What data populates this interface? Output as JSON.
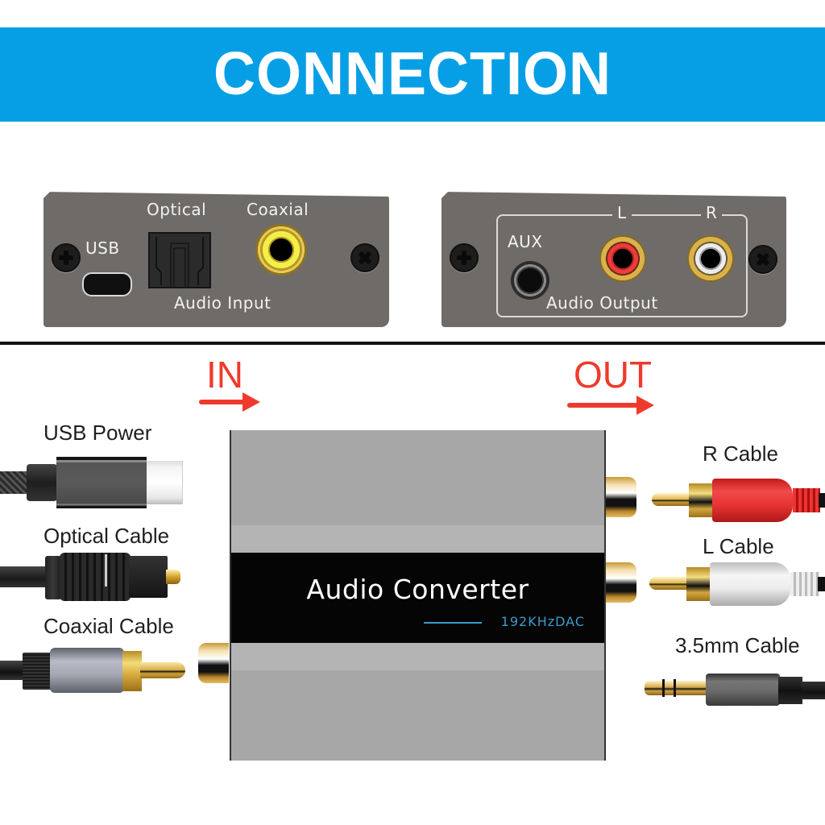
{
  "banner": {
    "title": "CONNECTION",
    "color": "#069fe6"
  },
  "input_panel": {
    "labels": {
      "usb": "USB",
      "optical": "Optical",
      "coaxial": "Coaxial",
      "caption": "Audio Input"
    },
    "ports": [
      "micro-usb",
      "optical-toslink",
      "coaxial-rca"
    ]
  },
  "output_panel": {
    "labels": {
      "aux": "AUX",
      "left": "L",
      "right": "R",
      "caption": "Audio Output"
    },
    "ports": [
      "aux-3.5mm",
      "rca-left-red",
      "rca-right-white"
    ]
  },
  "flow": {
    "in_label": "IN",
    "out_label": "OUT",
    "accent": "#ee3a2c"
  },
  "device": {
    "title": "Audio Converter",
    "subtitle": "192KHzDAC"
  },
  "input_cables": [
    {
      "label": "USB Power",
      "type": "usb-c"
    },
    {
      "label": "Optical Cable",
      "type": "toslink"
    },
    {
      "label": "Coaxial Cable",
      "type": "rca"
    }
  ],
  "output_cables": [
    {
      "label": "R Cable",
      "type": "rca-red"
    },
    {
      "label": "L Cable",
      "type": "rca-white"
    },
    {
      "label": "3.5mm Cable",
      "type": "aux"
    }
  ]
}
